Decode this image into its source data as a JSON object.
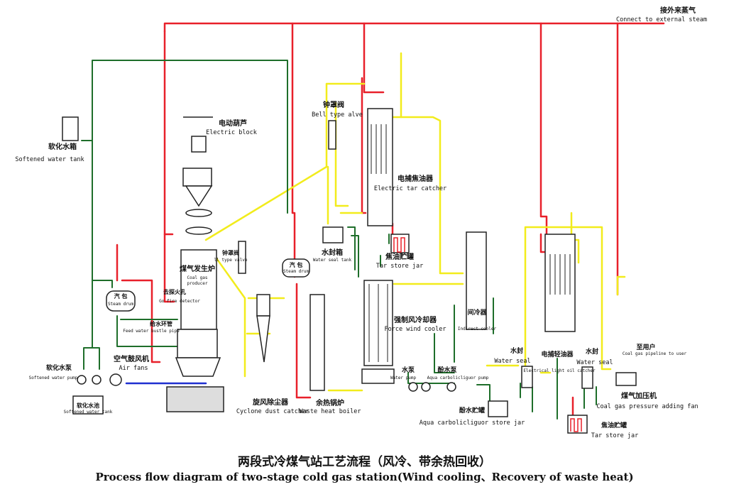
{
  "colors": {
    "steam": "#e8202a",
    "gas": "#f2ec1c",
    "water": "#1e6e2a",
    "air": "#1f2fd0",
    "equipment": "#222222"
  },
  "labels": {
    "external_steam": {
      "zh": "接外来蒸气",
      "en": "Connect to external steam"
    },
    "electric_block": {
      "zh": "电动葫芦",
      "en": "Electric block"
    },
    "softened_water_tank_top": {
      "zh": "软化水箱",
      "en": "Softened water tank"
    },
    "bell_valve_top": {
      "zh": "钟罩阀",
      "en": "Bell type alve"
    },
    "electric_tar_catcher": {
      "zh": "电捕焦油器",
      "en": "Electric tar catcher"
    },
    "water_seal_tank": {
      "zh": "水封箱",
      "en": "Water seal tank"
    },
    "tar_store_jar_1": {
      "zh": "焦油贮罐",
      "en": "Tar store jar"
    },
    "steam_drum_mid": {
      "zh": "汽 包",
      "en": "Steam drum"
    },
    "steam_drum_left": {
      "zh": "汽 包",
      "en": "Steam drum"
    },
    "bell_valve_mid": {
      "zh": "钟罩阀",
      "en": "ll type valve"
    },
    "coal_gas_producer": {
      "zh": "煤气发生炉",
      "en1": "Coal gas",
      "en2": "producer"
    },
    "fire_detector": {
      "zh": "去探火孔",
      "en": "Go fire detector"
    },
    "feed_water_pipe": {
      "zh": "给水环管",
      "en": "Feed water bustle pipe"
    },
    "air_fans": {
      "zh": "空气鼓风机",
      "en": "Air fans"
    },
    "softened_water_pump": {
      "zh": "软化水泵",
      "en": "Softened water pump"
    },
    "softened_water_pool": {
      "zh": "软化水池",
      "en": "Softened water tank"
    },
    "cyclone": {
      "zh": "旋风除尘器",
      "en": "Cyclone dust catcher"
    },
    "waste_heat_boiler": {
      "zh": "余热锅炉",
      "en": "Waste heat boiler"
    },
    "force_wind_cooler": {
      "zh": "强制风冷却器",
      "en": "Force wind cooler"
    },
    "indirect_cooler": {
      "zh": "间冷器",
      "en": "Indirect cooler"
    },
    "water_pump": {
      "zh": "水泵",
      "en": "Water pump"
    },
    "aqua_pump": {
      "zh": "酚水泵",
      "en": "Aqua carbolicliguor pump"
    },
    "aqua_store": {
      "zh": "酚水贮罐",
      "en": "Aqua carbolicliguor store jar"
    },
    "water_seal_1": {
      "zh": "水封",
      "en": "Water seal"
    },
    "water_seal_2": {
      "zh": "水封",
      "en": "Water seal"
    },
    "light_oil_catcher": {
      "zh": "电捕轻油器",
      "en": "Electrical light oil catcher"
    },
    "to_user": {
      "zh": "至用户",
      "en": "Coal gas pipeline to user"
    },
    "pressure_fan": {
      "zh": "煤气加压机",
      "en": "Coal gas pressure adding fan"
    },
    "tar_store_jar_2": {
      "zh": "焦油贮罐",
      "en": "Tar store jar"
    }
  },
  "title": {
    "zh": "两段式冷煤气站工艺流程（风冷、带余热回收）",
    "en": "Process flow diagram of two-stage cold gas station(Wind cooling、Recovery of waste heat)"
  }
}
